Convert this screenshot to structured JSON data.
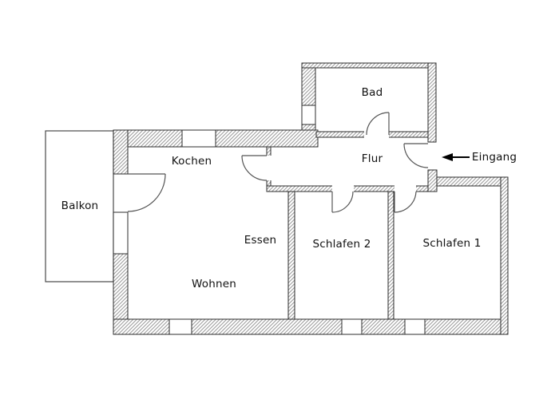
{
  "rooms": {
    "balkon": {
      "label": "Balkon"
    },
    "kochen": {
      "label": "Kochen"
    },
    "bad": {
      "label": "Bad"
    },
    "flur": {
      "label": "Flur"
    },
    "essen": {
      "label": "Essen"
    },
    "wohnen": {
      "label": "Wohnen"
    },
    "schlafen2": {
      "label": "Schlafen 2"
    },
    "schlafen1": {
      "label": "Schlafen 1"
    }
  },
  "entrance": {
    "label": "Eingang"
  },
  "colors": {
    "background": "#ffffff",
    "wall_hatch_line": "#9b9b9b",
    "wall_outline": "#2e2e2e",
    "door_line": "#555555",
    "balcony_outline": "#4a4a4a",
    "text": "#111111",
    "arrow": "#000000"
  }
}
